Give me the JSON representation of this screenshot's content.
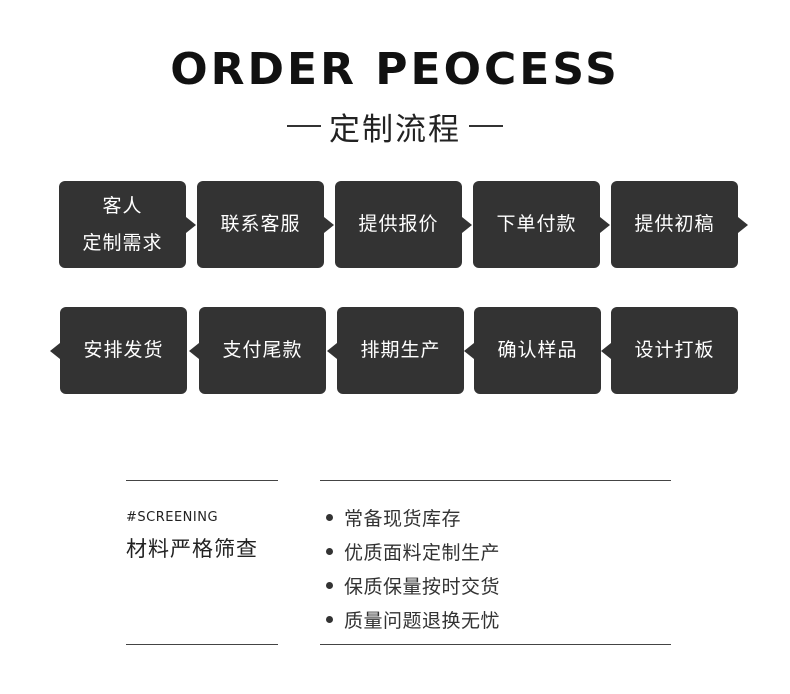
{
  "header": {
    "title": "ORDER PEOCESS",
    "subtitle": "定制流程"
  },
  "process": {
    "row1": [
      {
        "line1": "客人",
        "line2": "定制需求"
      },
      {
        "line1": "联系客服"
      },
      {
        "line1": "提供报价"
      },
      {
        "line1": "下单付款"
      },
      {
        "line1": "提供初稿"
      }
    ],
    "row2": [
      {
        "line1": "安排发货"
      },
      {
        "line1": "支付尾款"
      },
      {
        "line1": "排期生产"
      },
      {
        "line1": "确认样品"
      },
      {
        "line1": "设计打板"
      }
    ]
  },
  "screening": {
    "tag": "#SCREENING",
    "title": "材料严格筛查",
    "items": [
      "常备现货库存",
      "优质面料定制生产",
      "保质保量按时交货",
      "质量问题退换无忧"
    ]
  },
  "colors": {
    "box": "#333333",
    "box_text": "#ffffff",
    "text": "#222222"
  }
}
